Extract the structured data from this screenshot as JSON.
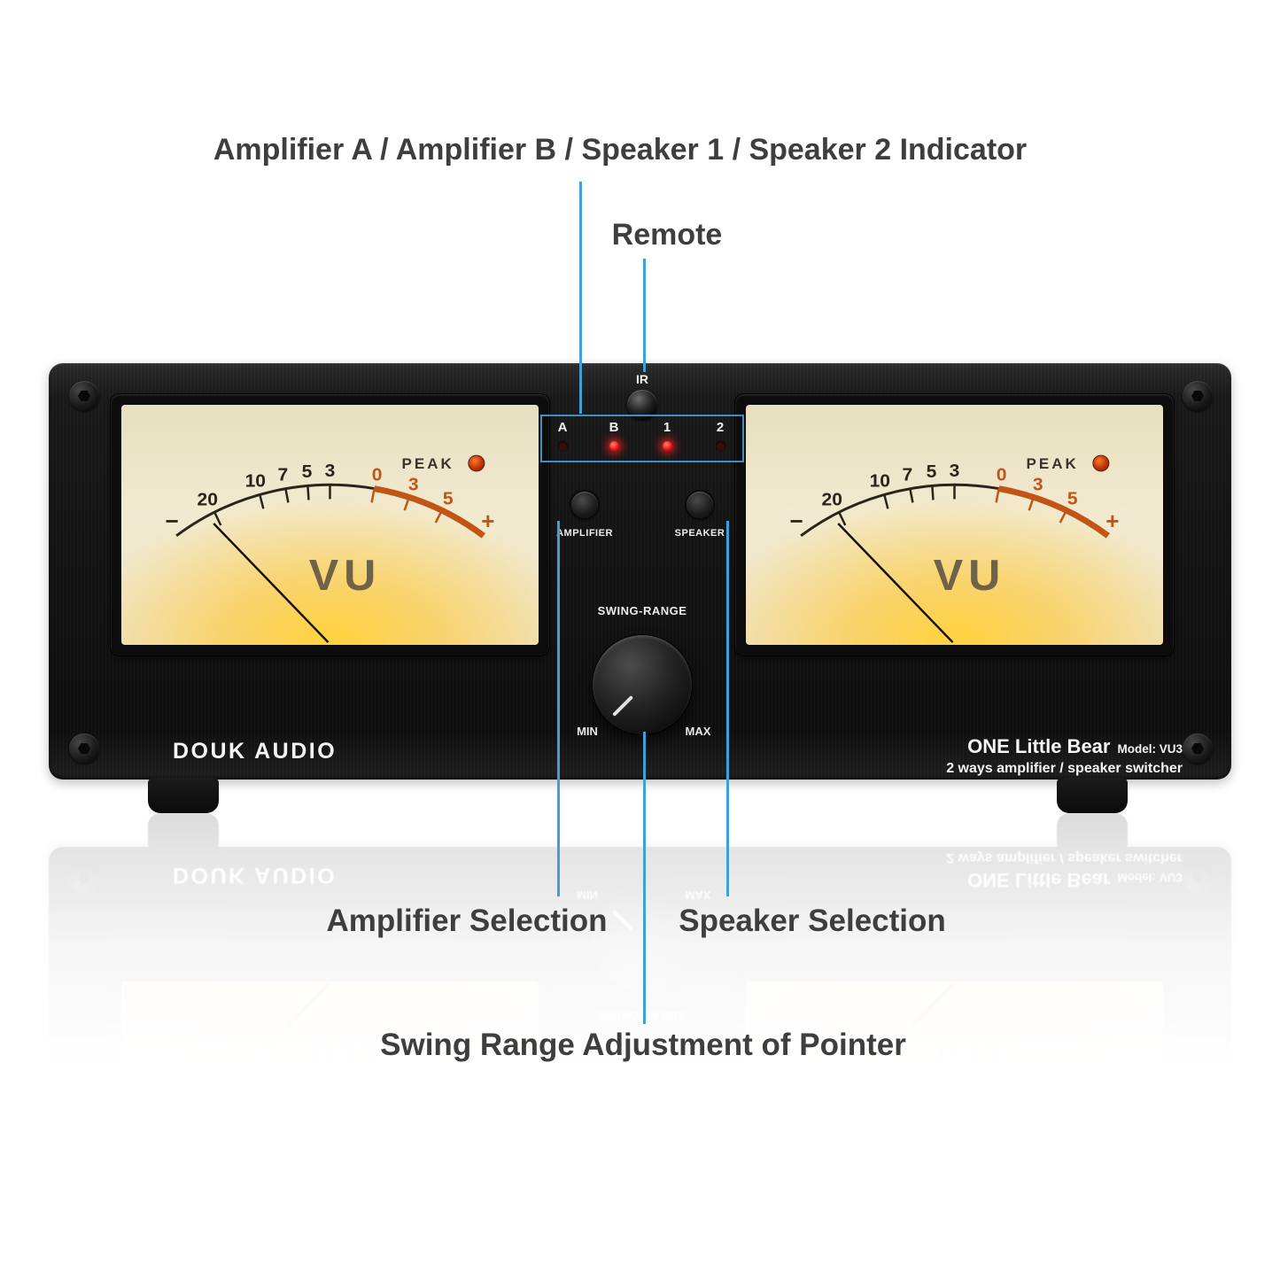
{
  "annotations": {
    "line_color": "#3f9fd8",
    "indicator_callout": "Amplifier A / Amplifier B / Speaker 1 / Speaker 2 Indicator",
    "remote_callout": "Remote",
    "amplifier_callout": "Amplifier Selection",
    "speaker_callout": "Speaker Selection",
    "swing_callout": "Swing Range Adjustment of Pointer"
  },
  "device": {
    "brand": "DOUK AUDIO",
    "product_name": "ONE Little Bear",
    "model": "Model: VU3",
    "tagline": "2 ways amplifier / speaker switcher",
    "remote": {
      "ir_label": "IR"
    },
    "indicators": [
      {
        "label": "A",
        "lit": false
      },
      {
        "label": "B",
        "lit": true
      },
      {
        "label": "1",
        "lit": true
      },
      {
        "label": "2",
        "lit": false
      }
    ],
    "buttons": [
      {
        "label": "AMPLIFIER"
      },
      {
        "label": "SPEAKER"
      }
    ],
    "knob": {
      "label": "SWING-RANGE",
      "min": "MIN",
      "max": "MAX"
    },
    "meter": {
      "peak": "PEAK",
      "unit": "VU",
      "minus": "−",
      "plus": "+",
      "left_scale": [
        "20",
        "10",
        "7",
        "5",
        "3"
      ],
      "right_scale": [
        "0",
        "3",
        "5"
      ]
    },
    "colors": {
      "panel": "#141414",
      "meter_face": "#f0e7cc",
      "backlight_glow": "#ffc93a",
      "scale_ink": "#2b2419",
      "scale_accent": "#c05515",
      "led_on": "#f31515",
      "led_off": "#3a0d0d"
    }
  }
}
